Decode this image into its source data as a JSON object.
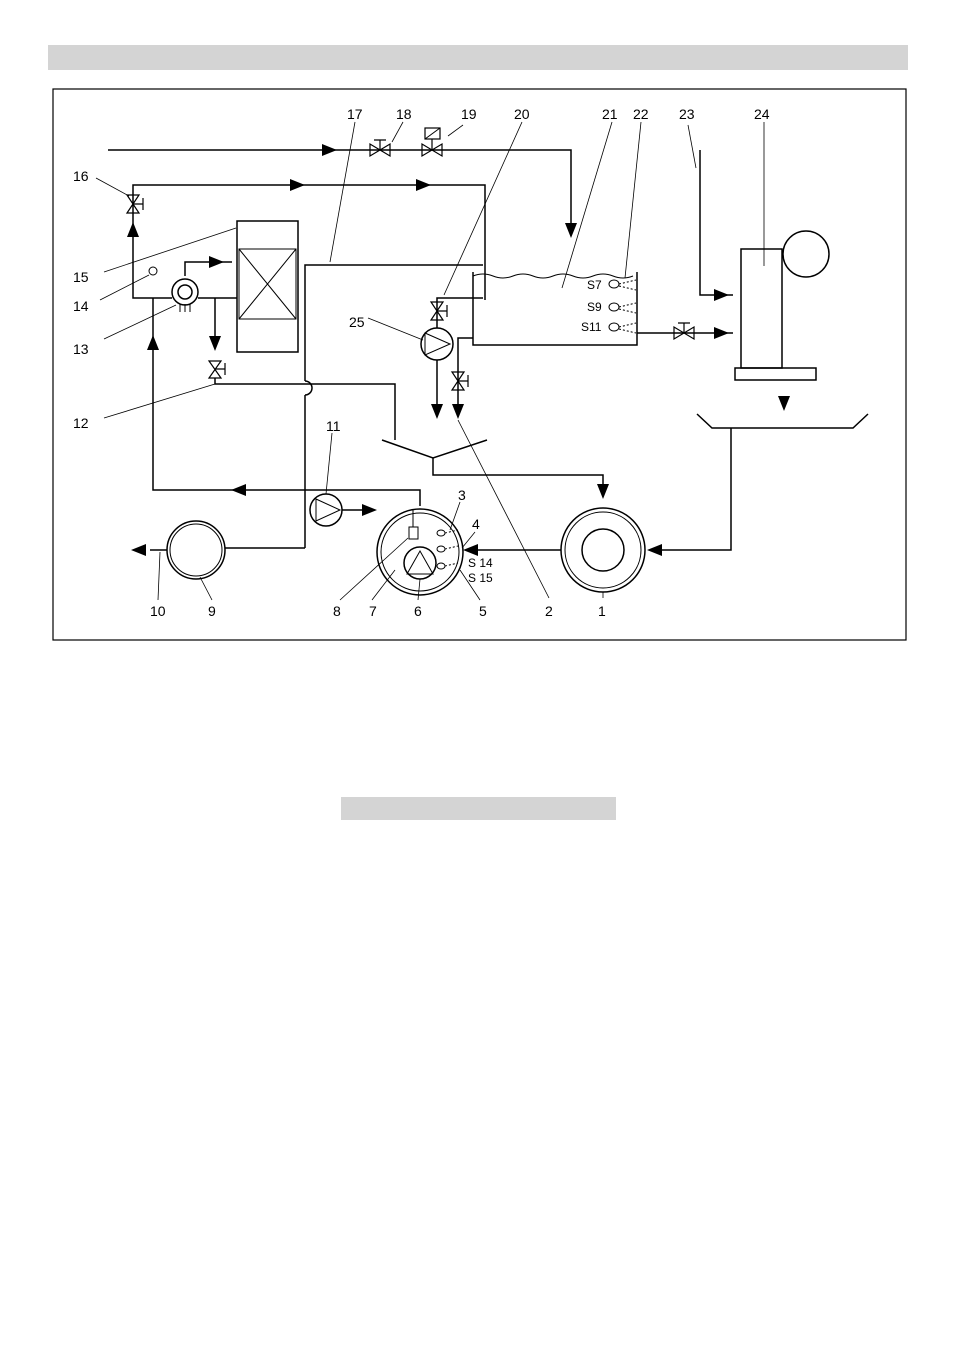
{
  "header_bar": "",
  "section_bar": "",
  "labels": {
    "n1": "1",
    "n2": "2",
    "n3": "3",
    "n4": "4",
    "n5": "5",
    "n6": "6",
    "n7": "7",
    "n8": "8",
    "n9": "9",
    "n10": "10",
    "n11": "11",
    "n12": "12",
    "n13": "13",
    "n14": "14",
    "n15": "15",
    "n16": "16",
    "n17": "17",
    "n18": "18",
    "n19": "19",
    "n20": "20",
    "n21": "21",
    "n22": "22",
    "n23": "23",
    "n24": "24",
    "n25": "25"
  },
  "sensors": {
    "s7": "S7",
    "s9": "S9",
    "s11": "S11",
    "s14": "S 14",
    "s15": "S 15"
  },
  "colors": {
    "line": "#000000",
    "bar": "#d4d4d4"
  }
}
